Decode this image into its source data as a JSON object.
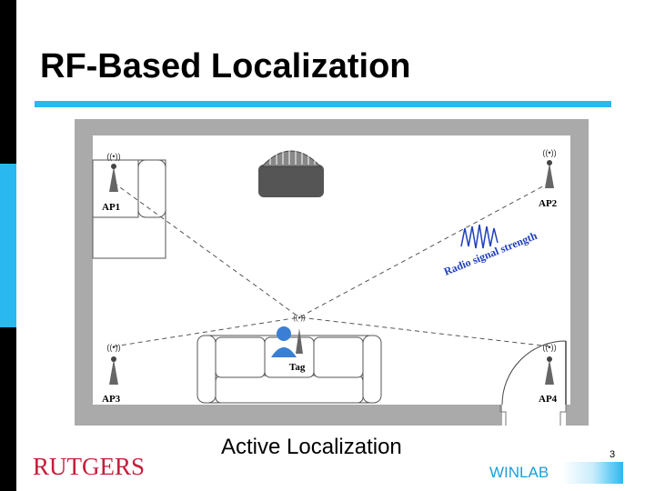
{
  "slide": {
    "title": "RF-Based Localization",
    "caption": "Active Localization",
    "logo": "RUTGERS",
    "lab": "WINLAB",
    "page_number": "3"
  },
  "diagram": {
    "access_points": [
      "AP1",
      "AP2",
      "AP3",
      "AP4"
    ],
    "tag_label": "Tag",
    "signal_label": "Radio signal strength"
  },
  "colors": {
    "accent": "#29b8f0",
    "logo": "#c41e3a",
    "lab": "#1a9fdc"
  }
}
